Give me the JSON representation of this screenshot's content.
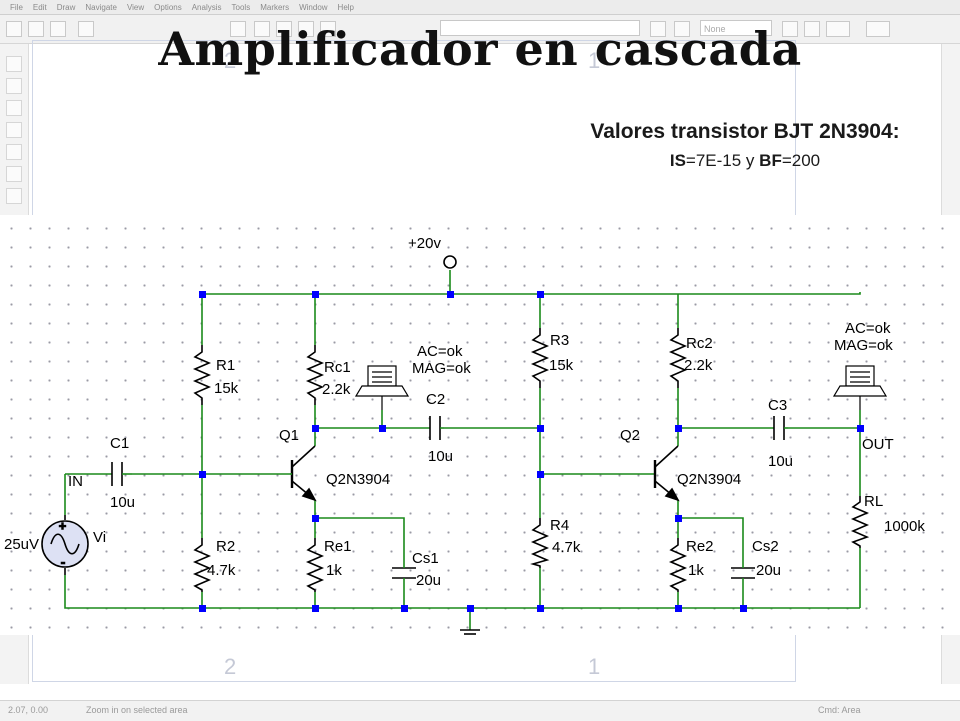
{
  "app": {
    "menu": [
      "File",
      "Edit",
      "Draw",
      "Navigate",
      "View",
      "Options",
      "Analysis",
      "Tools",
      "Markers",
      "Window",
      "Help"
    ],
    "toolbar_combo": "None",
    "status": {
      "coords": "2.07, 0.00",
      "message": "Zoom in on selected area",
      "mode": "Cmd: Area"
    },
    "border_numbers": [
      "2",
      "1",
      "2",
      "1"
    ]
  },
  "slide": {
    "title": "Amplificador en cascada",
    "transistor_heading": "Valores transistor BJT 2N3904:",
    "params": {
      "is_label": "IS",
      "is_value": "=7E-15 y ",
      "bf_label": "BF",
      "bf_value": "=200"
    }
  },
  "schematic": {
    "supply": "+20v",
    "source": {
      "name": "Vi",
      "value": "25uV"
    },
    "input_label": "IN",
    "output_label": "OUT",
    "printer_markers": [
      {
        "line1": "AC=ok",
        "line2": "MAG=ok"
      },
      {
        "line1": "AC=ok",
        "line2": "MAG=ok"
      }
    ],
    "components": {
      "C1": {
        "name": "C1",
        "value": "10u"
      },
      "R1": {
        "name": "R1",
        "value": "15k"
      },
      "R2": {
        "name": "R2",
        "value": "4.7k"
      },
      "Rc1": {
        "name": "Rc1",
        "value": "2.2k"
      },
      "Re1": {
        "name": "Re1",
        "value": "1k"
      },
      "Cs1": {
        "name": "Cs1",
        "value": "20u"
      },
      "Q1": {
        "name": "Q1",
        "model": "Q2N3904"
      },
      "C2": {
        "name": "C2",
        "value": "10u"
      },
      "R3": {
        "name": "R3",
        "value": "15k"
      },
      "R4": {
        "name": "R4",
        "value": "4.7k"
      },
      "Rc2": {
        "name": "Rc2",
        "value": "2.2k"
      },
      "Re2": {
        "name": "Re2",
        "value": "1k"
      },
      "Cs2": {
        "name": "Cs2",
        "value": "20u"
      },
      "Q2": {
        "name": "Q2",
        "model": "Q2N3904"
      },
      "C3": {
        "name": "C3",
        "value": "10u"
      },
      "RL": {
        "name": "RL",
        "value": "1000k"
      }
    }
  },
  "colors": {
    "wire": "#1a8a1a",
    "component": "#000000",
    "node": "#0000ff",
    "source_fill": "#dde1f4"
  }
}
